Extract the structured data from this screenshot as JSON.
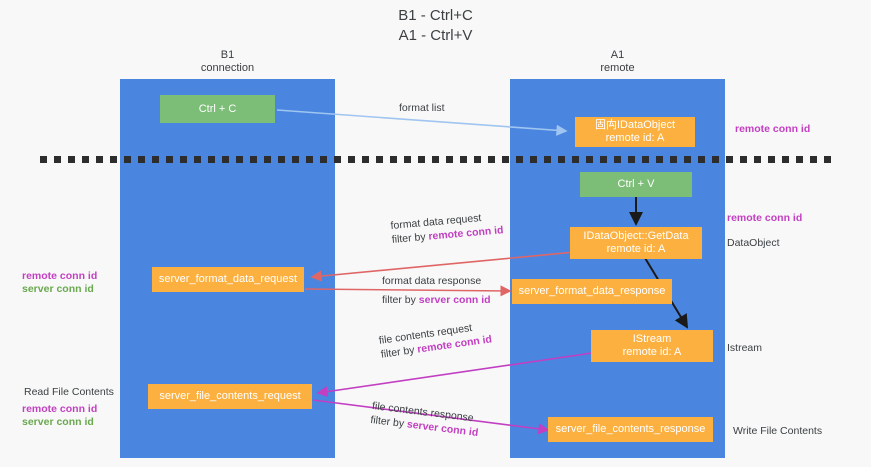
{
  "title": {
    "line1": "B1 - Ctrl+C",
    "line2": "A1 - Ctrl+V"
  },
  "columns": [
    {
      "name": "B1",
      "sub": "connection"
    },
    {
      "name": "A1",
      "sub": "remote"
    }
  ],
  "nodes": {
    "ctrl_c": "Ctrl + C",
    "ctrl_v": "Ctrl + V",
    "idataobject_title": "固⽱IDataObject",
    "idataobject_sub": "remote id: A",
    "getdata_title": "IDataObject::GetData",
    "getdata_sub": "remote id: A",
    "istream_title": "IStream",
    "istream_sub": "remote id: A",
    "server_format_data_request": "server_format_data_request",
    "server_format_data_response": "server_format_data_response",
    "server_file_contents_request": "server_file_contents_request",
    "server_file_contents_response": "server_file_contents_response"
  },
  "edge_labels": {
    "format_list": "format list",
    "format_data_request": "format data request",
    "format_data_request_filter_prefix": "filter by ",
    "format_data_request_filter_key": "remote conn id",
    "format_data_response": "format data response",
    "format_data_response_filter_prefix": "filter by ",
    "format_data_response_filter_key": "server conn id",
    "file_contents_request": "file contents request",
    "file_contents_request_filter_prefix": "filter by ",
    "file_contents_request_filter_key": "remote conn id",
    "file_contents_response": "file contents response",
    "file_contents_response_filter_prefix": "filter by ",
    "file_contents_response_filter_key": "server conn id"
  },
  "annotations": {
    "right_remote_conn_id_top": "remote conn id",
    "right_remote_conn_id_mid": "remote conn id",
    "right_dataobject": "DataObject",
    "right_istream": "Istream",
    "right_write_file_contents": "Write File Contents",
    "left_remote_conn_id_mid": "remote conn id",
    "left_server_conn_id_mid": "server conn id",
    "left_read_file_contents": "Read File Contents",
    "left_remote_conn_id_bottom": "remote conn id",
    "left_server_conn_id_bottom": "server conn id"
  },
  "colors": {
    "lane": "#4a86e0",
    "green_node": "#7cbd78",
    "orange_node": "#fbb040",
    "remote_key": "#c23fc2",
    "server_key": "#6aa84f",
    "blue_arrow": "#9fc5f0",
    "red_arrow": "#e06666",
    "magenta_arrow": "#c23fc2",
    "black_arrow": "#1a1a1a",
    "background": "#f8f8f8"
  }
}
